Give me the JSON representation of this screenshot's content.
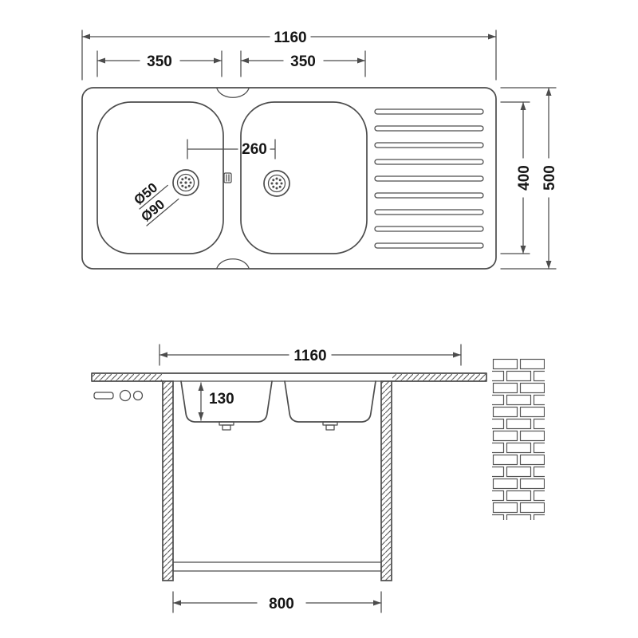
{
  "drawing": {
    "kind": "double-bowl-sink-technical-drawing",
    "colors": {
      "line": "#4c4c4c",
      "text": "#161616",
      "background": "#ffffff"
    }
  },
  "plan_view": {
    "overall_width": "1160",
    "left_bowl_width": "350",
    "right_bowl_width": "350",
    "overall_depth": "500",
    "inner_depth": "400",
    "drain_spacing": "260",
    "drain_small": "Ø50",
    "drain_large": "Ø90"
  },
  "section_view": {
    "top_width": "1160",
    "bowl_depth": "130",
    "base_width": "800"
  }
}
